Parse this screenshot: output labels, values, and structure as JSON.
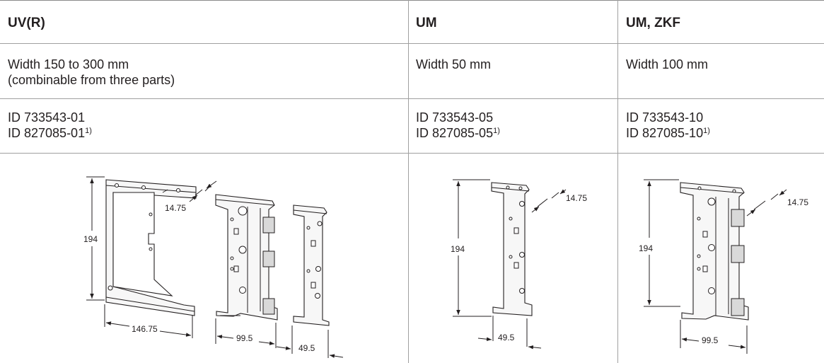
{
  "columns": [
    {
      "header": "UV(R)",
      "width_lines": [
        "Width 150 to 300 mm",
        "(combinable from three parts)"
      ],
      "id_primary": "ID 733543-01",
      "id_secondary": "ID 827085-01",
      "footnote": "1)",
      "dimensions": [
        "194",
        "14.75",
        "146.75",
        "99.5",
        "49.5"
      ]
    },
    {
      "header": "UM",
      "width_lines": [
        "Width 50 mm"
      ],
      "id_primary": "ID 733543-05",
      "id_secondary": "ID 827085-05",
      "footnote": "1)",
      "dimensions": [
        "194",
        "14.75",
        "49.5"
      ]
    },
    {
      "header": "UM, ZKF",
      "width_lines": [
        "Width 100 mm"
      ],
      "id_primary": "ID 733543-10",
      "id_secondary": "ID 827085-10",
      "footnote": "1)",
      "dimensions": [
        "194",
        "14.75",
        "99.5"
      ]
    }
  ]
}
